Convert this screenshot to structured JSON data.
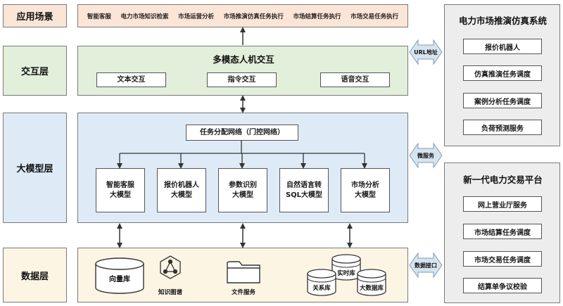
{
  "layers": {
    "app": "应用场景",
    "interaction": "交互层",
    "model": "大模型层",
    "data": "数据层"
  },
  "app_scenarios": [
    "智能客服",
    "电力市场知识检索",
    "市场运营分析",
    "市场推演仿真任务执行",
    "市场结算任务执行",
    "市场交易任务执行"
  ],
  "interaction": {
    "title": "多模态人机交互",
    "modes": [
      "文本交互",
      "指令交互",
      "语音交互"
    ]
  },
  "model": {
    "router": "任务分配网络（门控网络）",
    "models": [
      "智能客服\n大模型",
      "报价机器人\n大模型",
      "参数识别\n大模型",
      "自然语言转\nSQL大模型",
      "市场分析\n大模型"
    ]
  },
  "data": {
    "vector_db": "向量库",
    "knowledge_graph": "知识图谱",
    "file_service": "文件服务",
    "realtime_db": "实时库",
    "relational_db": "关系库",
    "bigdata_db": "大数据库"
  },
  "connectors": {
    "url": "URL地址",
    "microservice": "微服务",
    "data_interface": "数据接口"
  },
  "sim_system": {
    "title": "电力市场推演仿真系统",
    "items": [
      "报价机器人",
      "仿真推演任务调度",
      "案例分析任务调度",
      "负荷预测服务"
    ]
  },
  "trading_platform": {
    "title": "新一代电力交易平台",
    "items": [
      "网上营业厅服务",
      "市场结算任务调度",
      "市场交易任务调度",
      "结算单争议校验"
    ]
  },
  "colors": {
    "app_bg": "#fbe5d6",
    "interaction_bg": "#e2efda",
    "model_bg": "#deebf7",
    "data_bg": "#fdf5e4",
    "side_bg": "#ededed",
    "connector": "#d6e4f0"
  }
}
